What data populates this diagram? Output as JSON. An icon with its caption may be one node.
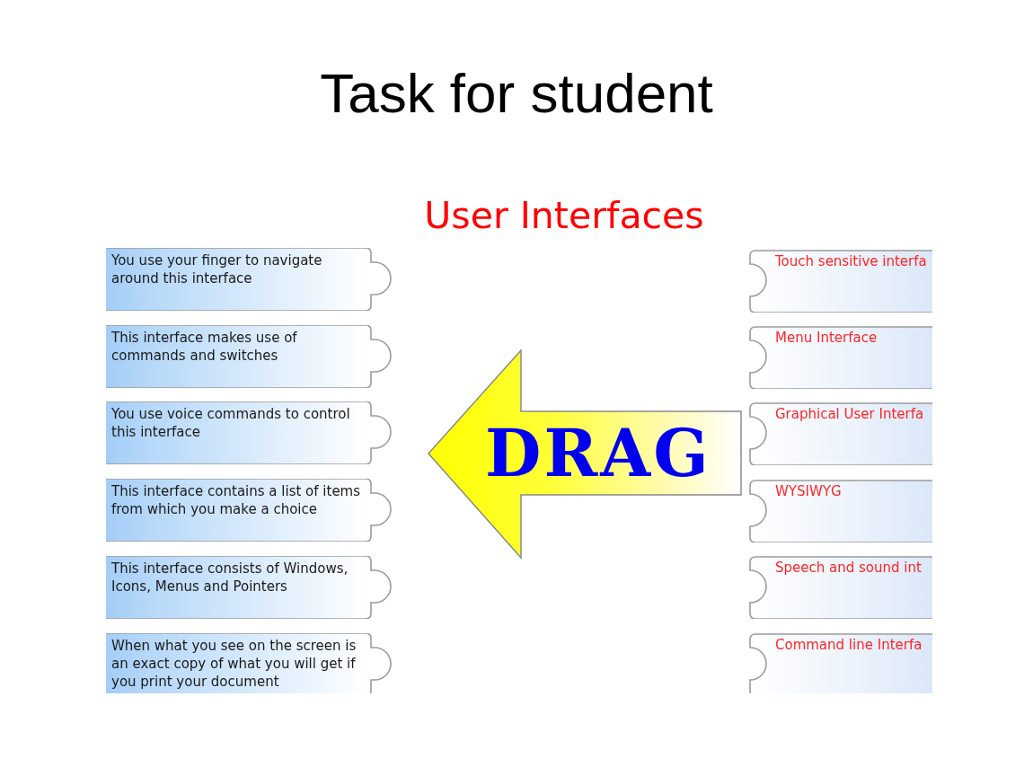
{
  "diagram": {
    "title": "Task for student",
    "nodes": [
      {
        "text": [
          "You use your finger to navigate around this interface"
        ]
      },
      {
        "text": [
          "This interface makes use of commands and switches"
        ]
      },
      {
        "text": [
          "You use voice commands to control this interface"
        ]
      },
      {
        "text": [
          "This interface contains a list of items from which you make a choice"
        ]
      },
      {
        "text": [
          "This interface consists of Windows, Icons, Menus and Pointers"
        ]
      },
      {
        "text": [
          "When what you see on the screen is an exact copy of what you will get if you print your document"
        ]
      },
      {
        "text": [
          "DRAG"
        ]
      },
      {
        "text": [
          "Touch sensitive interfa"
        ]
      },
      {
        "text": [
          "Menu Interface"
        ]
      },
      {
        "text": [
          "Graphical User Interfa"
        ]
      },
      {
        "text": [
          "WYSIWYG"
        ]
      },
      {
        "text": [
          "Speech and sound int"
        ]
      },
      {
        "text": [
          "Command line Interfa"
        ]
      }
    ],
    "labels": [
      "User Interfaces"
    ]
  }
}
